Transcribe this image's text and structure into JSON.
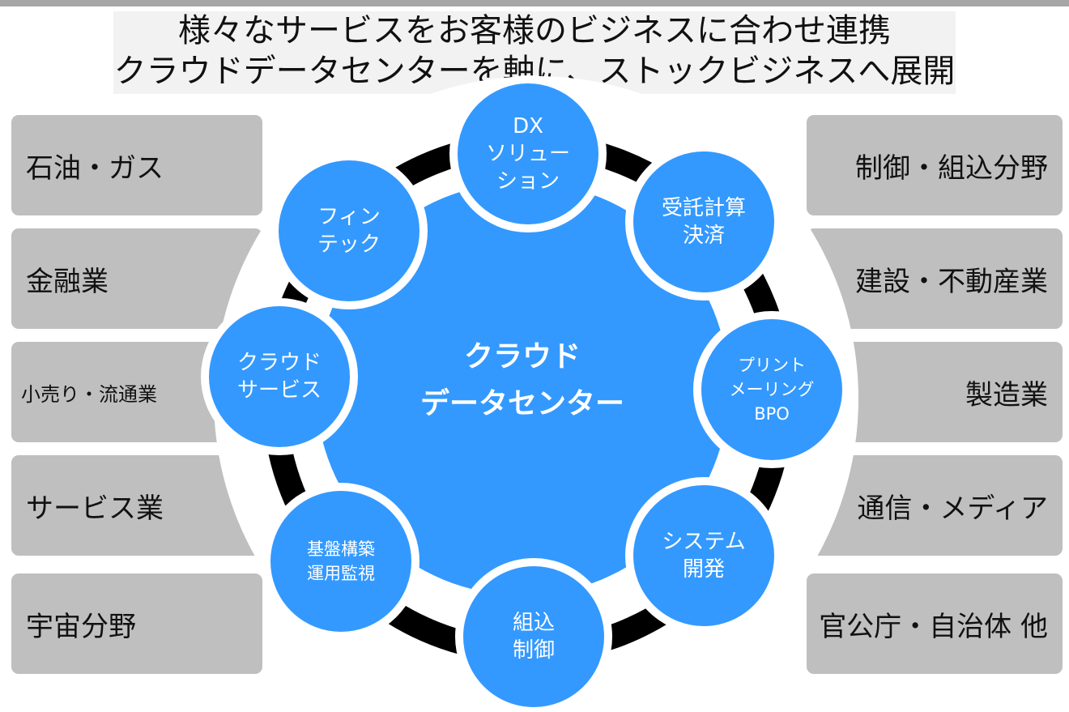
{
  "title": {
    "line1": "様々なサービスをお客様のビジネスに合わせ連携",
    "line2": "クラウドデータセンターを軸に、ストックビジネスへ展開"
  },
  "industries_left": [
    {
      "label": "石油・ガス"
    },
    {
      "label": "金融業"
    },
    {
      "label": "小売り・流通業"
    },
    {
      "label": "サービス業"
    },
    {
      "label": "宇宙分野"
    }
  ],
  "industries_right": [
    {
      "label": "制御・組込分野"
    },
    {
      "label": "建設・不動産業"
    },
    {
      "label": "製造業"
    },
    {
      "label": "通信・メディア"
    },
    {
      "label": "官公庁・自治体 他"
    }
  ],
  "center": {
    "line1": "クラウド",
    "line2": "データセンター"
  },
  "services": [
    {
      "lines": [
        "DX",
        "ソリュー",
        "ション"
      ]
    },
    {
      "lines": [
        "受託計算",
        "決済"
      ]
    },
    {
      "lines": [
        "プリント",
        "メーリング",
        "BPO"
      ]
    },
    {
      "lines": [
        "システム",
        "開発"
      ]
    },
    {
      "lines": [
        "組込",
        "制御"
      ]
    },
    {
      "lines": [
        "基盤構築",
        "運用監視"
      ]
    },
    {
      "lines": [
        "クラウド",
        "サービス"
      ]
    },
    {
      "lines": [
        "フィン",
        "テック"
      ]
    }
  ],
  "colors": {
    "circle_blue": "#3399ff",
    "ring_black": "#000000",
    "box_gray": "#bfbfbf",
    "ring_white": "#ffffff",
    "title_bg": "#f2f2f2"
  }
}
